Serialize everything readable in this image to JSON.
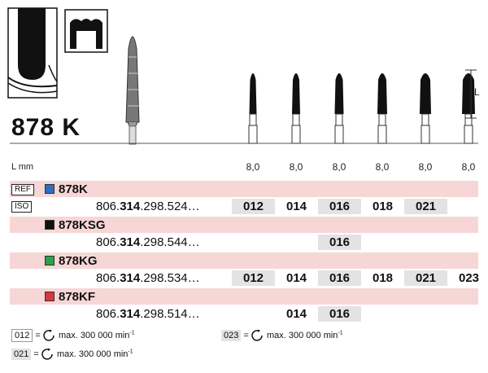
{
  "model": "878 K",
  "length_label": "L mm",
  "length_dimension_label": "L",
  "lengths": [
    "8,0",
    "8,0",
    "8,0",
    "8,0",
    "8,0",
    "8,0"
  ],
  "tag_ref": "REF",
  "tag_iso": "ISO",
  "colors": {
    "blue": "#2e6fc0",
    "black": "#111111",
    "green": "#29a24a",
    "red": "#d9363e",
    "band": "#f6d7d6",
    "shade": "#e3e3e3"
  },
  "variants": [
    {
      "name": "878K",
      "color": "blue",
      "art_prefix": "806.",
      "art_bold": "314",
      "art_suffix": ".298.524…",
      "sizes": [
        "012",
        "014",
        "016",
        "018",
        "021",
        ""
      ]
    },
    {
      "name": "878KSG",
      "color": "black",
      "art_prefix": "806.",
      "art_bold": "314",
      "art_suffix": ".298.544…",
      "sizes": [
        "",
        "",
        "016",
        "",
        "",
        ""
      ]
    },
    {
      "name": "878KG",
      "color": "green",
      "art_prefix": "806.",
      "art_bold": "314",
      "art_suffix": ".298.534…",
      "sizes": [
        "012",
        "014",
        "016",
        "018",
        "021",
        "023"
      ]
    },
    {
      "name": "878KF",
      "color": "red",
      "art_prefix": "806.",
      "art_bold": "314",
      "art_suffix": ".298.514…",
      "sizes": [
        "",
        "014",
        "016",
        "",
        "",
        ""
      ]
    }
  ],
  "legend": [
    {
      "code": "012",
      "eq": "=",
      "text": "max. 300 000 min",
      "exp": "-1"
    },
    {
      "code": "023",
      "eq": "=",
      "text": "max. 300 000 min",
      "exp": "-1"
    },
    {
      "code": "021",
      "eq": "=",
      "text": "max. 300 000 min",
      "exp": "-1"
    }
  ]
}
